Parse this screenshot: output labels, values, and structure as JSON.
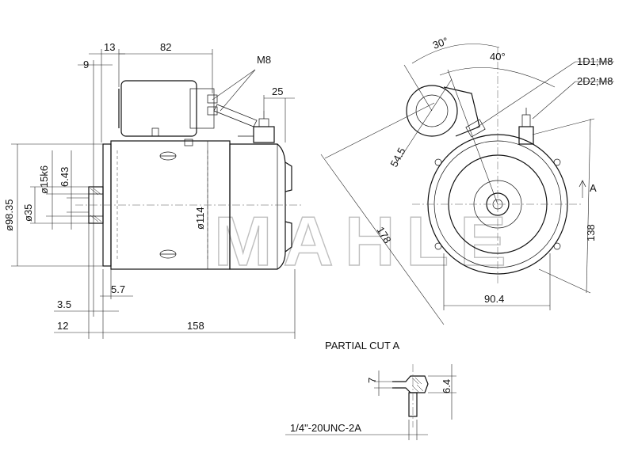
{
  "watermark": "MAHLE",
  "side_view": {
    "dims": {
      "d13": "13",
      "d82": "82",
      "d9": "9",
      "d25": "25",
      "d98": "ø98.35",
      "d35": "ø35",
      "d15": "ø15k6",
      "d643": "6.43",
      "d114": "ø114",
      "d57": "5.7",
      "d35b": "3.5",
      "d12": "12",
      "d158": "158"
    },
    "m8": "M8"
  },
  "end_view": {
    "angle30": "30°",
    "angle40": "40°",
    "terminal1": "1D1;M8",
    "terminal2": "2D2;M8",
    "d545": "54.5",
    "d178": "178",
    "d138": "138",
    "d904": "90.4",
    "sectionA": "A"
  },
  "partial_cut": {
    "title": "PARTIAL CUT A",
    "d7": "7",
    "d64": "6.4",
    "thread": "1/4\"-20UNC-2A"
  }
}
